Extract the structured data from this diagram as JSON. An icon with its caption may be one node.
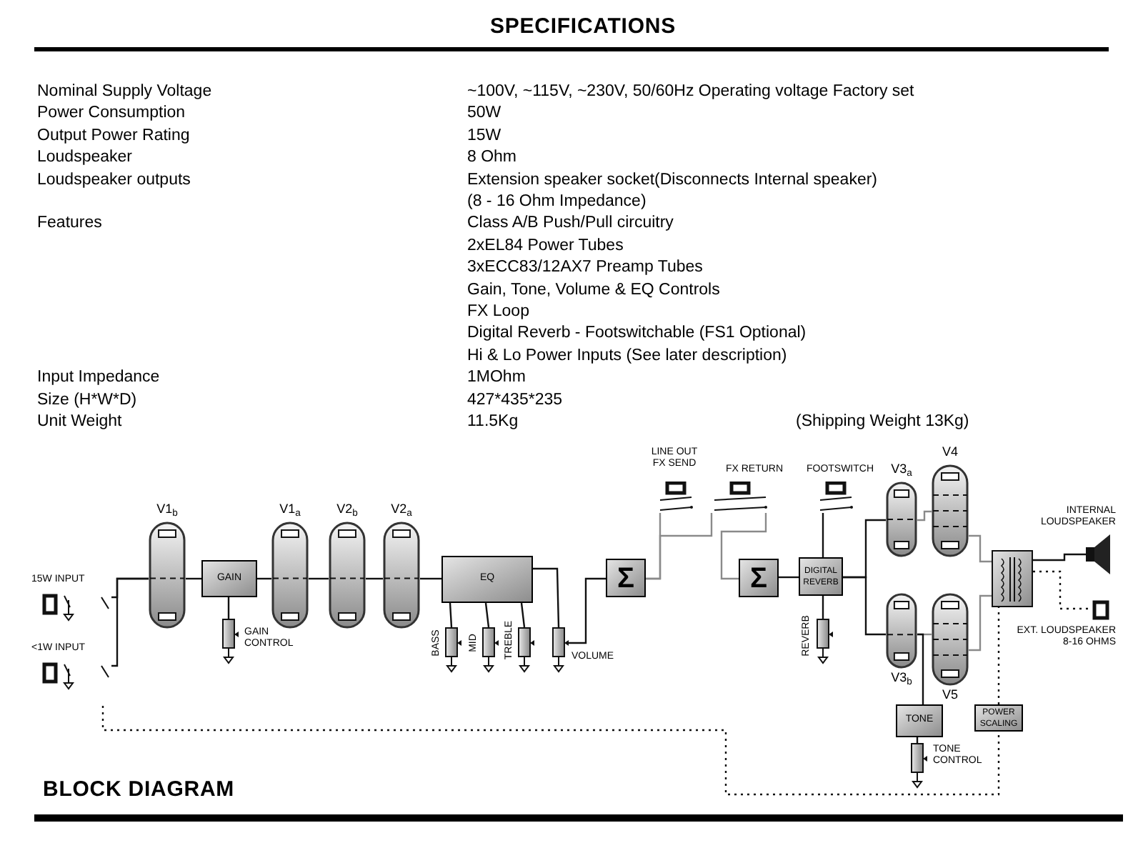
{
  "diagram": {
    "title": "SPECIFICATIONS",
    "nodes": [
      {
        "text": [],
        "shape": "jack",
        "beside": [
          "15W INPUT"
        ]
      },
      {
        "text": [],
        "shape": "jack",
        "beside": [
          "<1W INPUT"
        ]
      },
      {
        "text": [],
        "shape": "tube",
        "beside": [
          "V1$_{b}$"
        ]
      },
      {
        "text": [
          "GAIN"
        ]
      },
      {
        "text": [],
        "shape": "potentiometer",
        "beside": [
          "GAIN CONTROL"
        ]
      },
      {
        "text": [],
        "shape": "tube",
        "beside": [
          "V1$_{a}$"
        ]
      },
      {
        "text": [],
        "shape": "tube",
        "beside": [
          "V2$_{b}$"
        ]
      },
      {
        "text": [],
        "shape": "tube",
        "beside": [
          "V2$_{a}$"
        ]
      },
      {
        "text": [
          "EQ"
        ]
      },
      {
        "text": [],
        "shape": "potentiometer",
        "beside": [
          "BASS"
        ]
      },
      {
        "text": [],
        "shape": "potentiometer",
        "beside": [
          "MID"
        ]
      },
      {
        "text": [],
        "shape": "potentiometer",
        "beside": [
          "TREBLE"
        ]
      },
      {
        "text": [],
        "shape": "potentiometer",
        "beside": [
          "VOLUME"
        ]
      },
      {
        "text": [
          "Σ"
        ]
      },
      {
        "text": [],
        "shape": "jack",
        "beside": [
          "LINE OUT FX SEND"
        ]
      },
      {
        "text": [],
        "shape": "jack",
        "beside": [
          "FX RETURN"
        ]
      },
      {
        "text": [
          "Σ"
        ]
      },
      {
        "text": [],
        "shape": "jack",
        "beside": [
          "FOOTSWITCH"
        ]
      },
      {
        "text": [
          "DIGITAL REVERB"
        ]
      },
      {
        "text": [],
        "shape": "potentiometer",
        "beside": [
          "REVERB"
        ]
      },
      {
        "text": [],
        "shape": "tube",
        "beside": [
          "V3$_{a}$"
        ]
      },
      {
        "text": [],
        "shape": "tube",
        "beside": [
          "V3$_{b}$"
        ]
      },
      {
        "text": [],
        "shape": "tube",
        "beside": [
          "V4"
        ]
      },
      {
        "text": [],
        "shape": "tube",
        "beside": [
          "V5"
        ]
      },
      {
        "text": [],
        "shape": "transformer"
      },
      {
        "text": [],
        "shape": "speaker",
        "beside": [
          "INTERNAL LOUDSPEAKER"
        ]
      },
      {
        "text": [],
        "shape": "jack",
        "beside": [
          "EXT. LOUDSPEAKER 8-16 OHMS"
        ]
      },
      {
        "text": [
          "TONE"
        ]
      },
      {
        "text": [],
        "shape": "potentiometer",
        "beside": [
          "TONE CONTROL"
        ]
      },
      {
        "text": [
          "POWER SCALING"
        ]
      }
    ],
    "edges": [
      {
        "from": 0,
        "to": 2,
        "arrow": "none"
      },
      {
        "from": 1,
        "to": 2,
        "arrow": "none"
      },
      {
        "from": 2,
        "to": 3,
        "arrow": "none"
      },
      {
        "from": 3,
        "to": 4,
        "arrow": "none"
      },
      {
        "from": 3,
        "to": 5,
        "arrow": "none"
      },
      {
        "from": 5,
        "to": 6,
        "arrow": "none"
      },
      {
        "from": 6,
        "to": 7,
        "arrow": "none"
      },
      {
        "from": 7,
        "to": 8,
        "arrow": "none"
      },
      {
        "from": 8,
        "to": 9,
        "arrow": "none"
      },
      {
        "from": 8,
        "to": 10,
        "arrow": "none"
      },
      {
        "from": 8,
        "to": 11,
        "arrow": "none"
      },
      {
        "from": 8,
        "to": 12,
        "arrow": "none"
      },
      {
        "from": 12,
        "to": 13,
        "arrow": "none"
      },
      {
        "from": 13,
        "to": 14,
        "arrow": "none",
        "color": "#8a8a8a"
      },
      {
        "from": 13,
        "to": 15,
        "arrow": "none",
        "color": "#8a8a8a"
      },
      {
        "from": 15,
        "to": 16,
        "arrow": "none",
        "color": "#8a8a8a"
      },
      {
        "from": 16,
        "to": 18,
        "arrow": "none"
      },
      {
        "from": 17,
        "to": 18,
        "arrow": "none"
      },
      {
        "from": 18,
        "to": 19,
        "arrow": "none"
      },
      {
        "from": 18,
        "to": 20,
        "arrow": "none"
      },
      {
        "from": 18,
        "to": 21,
        "arrow": "none"
      },
      {
        "from": 20,
        "to": 22,
        "arrow": "none",
        "color": "#8a8a8a"
      },
      {
        "from": 21,
        "to": 23,
        "arrow": "none",
        "color": "#8a8a8a"
      },
      {
        "from": 22,
        "to": 24,
        "arrow": "none",
        "color": "#8a8a8a"
      },
      {
        "from": 23,
        "to": 24,
        "arrow": "none",
        "color": "#8a8a8a"
      },
      {
        "from": 24,
        "to": 25,
        "arrow": "none"
      },
      {
        "from": 24,
        "to": 26,
        "arrow": "none",
        "style": "dashed"
      },
      {
        "from": 27,
        "to": 21,
        "arrow": "none"
      },
      {
        "from": 27,
        "to": 28,
        "arrow": "none"
      },
      {
        "from": 1,
        "to": 29,
        "arrow": "none",
        "style": "dashed"
      },
      {
        "from": 29,
        "to": 24,
        "arrow": "none",
        "style": "dashed"
      }
    ],
    "labels": [
      "Nominal Supply Voltage",
      "~100V, ~115V, ~230V, 50/60Hz Operating voltage Factory set",
      "Power Consumption",
      "50W",
      "Output Power Rating",
      "15W",
      "Loudspeaker",
      "8 Ohm",
      "Loudspeaker outputs",
      "Extension speaker socket(Disconnects Internal speaker)",
      "(8 - 16 Ohm Impedance)",
      "Features",
      "Class A/B Push/Pull circuitry",
      "2xEL84 Power Tubes",
      "3xECC83/12AX7 Preamp Tubes",
      "Gain, Tone, Volume & EQ Controls",
      "FX Loop",
      "Digital Reverb - Footswitchable (FS1 Optional)",
      "Hi & Lo Power Inputs (See later description)",
      "Input Impedance",
      "1MOhm",
      "Size (H*W*D)",
      "427*435*235",
      "Unit Weight",
      "11.5Kg",
      "(Shipping Weight 13Kg)",
      "BLOCK DIAGRAM"
    ]
  }
}
